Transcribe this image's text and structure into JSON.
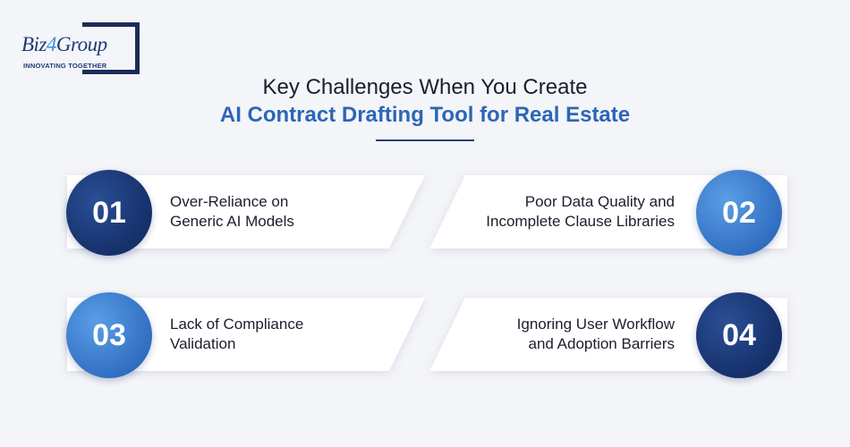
{
  "logo": {
    "brand_prefix": "Biz",
    "brand_four": "4",
    "brand_suffix": "Group",
    "tagline": "INNOVATING TOGETHER"
  },
  "title": {
    "line1": "Key Challenges When You Create",
    "line2": "AI Contract Drafting Tool for Real Estate"
  },
  "colors": {
    "navy": "#1b2c57",
    "accent_blue": "#2c66b6",
    "light_blue": "#3d8fe0",
    "background": "#f4f5f9"
  },
  "challenges": [
    {
      "number": "01",
      "line1": "Over-Reliance on",
      "line2": "Generic AI Models"
    },
    {
      "number": "02",
      "line1": "Poor Data Quality and",
      "line2": "Incomplete Clause Libraries"
    },
    {
      "number": "03",
      "line1": "Lack of Compliance",
      "line2": "Validation"
    },
    {
      "number": "04",
      "line1": "Ignoring User Workflow",
      "line2": "and Adoption Barriers"
    }
  ]
}
